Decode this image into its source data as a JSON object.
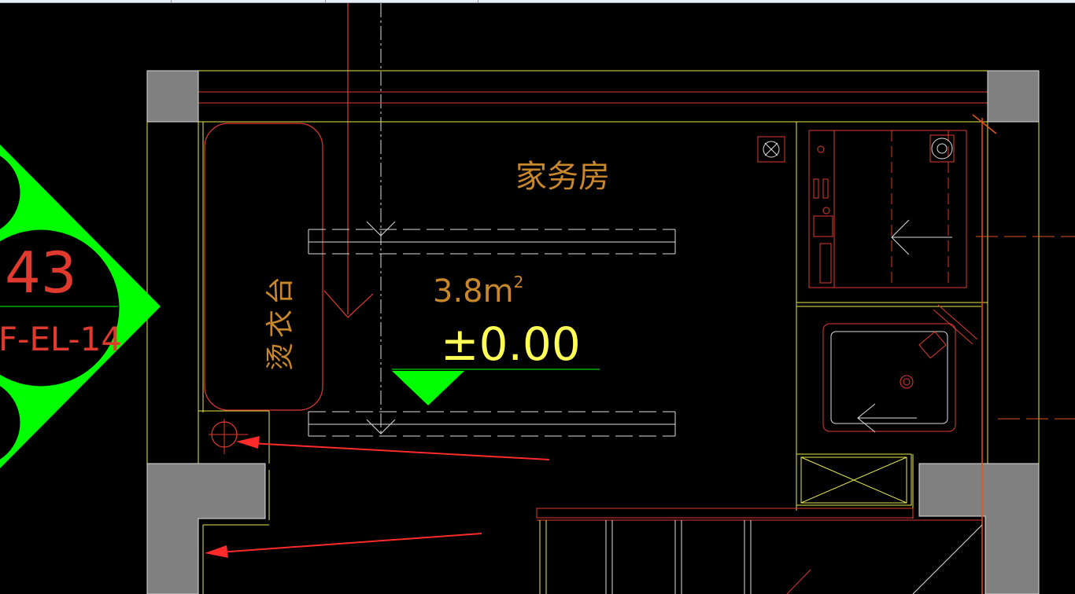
{
  "window": {
    "title": "",
    "tabs": [
      "",
      "",
      "",
      ""
    ]
  },
  "drawing": {
    "room_name": "家务房",
    "room_area": "3.8m²",
    "room_area_number": "3.8",
    "room_area_unit": "m",
    "room_area_exp": "2",
    "elevation": "±0.00",
    "fixture_label": "烫衣台",
    "fixture_label_chars": [
      "烫",
      "衣",
      "台"
    ],
    "detail_marker": {
      "number": "43",
      "sheet": "F-EL-14"
    },
    "colors": {
      "background": "#000000",
      "wall_fill": "#808080",
      "outline_yellow": "#e8e84a",
      "line_red": "#e03a2e",
      "text_orange": "#c8872a",
      "elevation_yellow": "#ffff55",
      "marker_green": "#00ff00",
      "annotation_arrow": "#ff2a2a",
      "column_orange": "#e0561a"
    }
  }
}
